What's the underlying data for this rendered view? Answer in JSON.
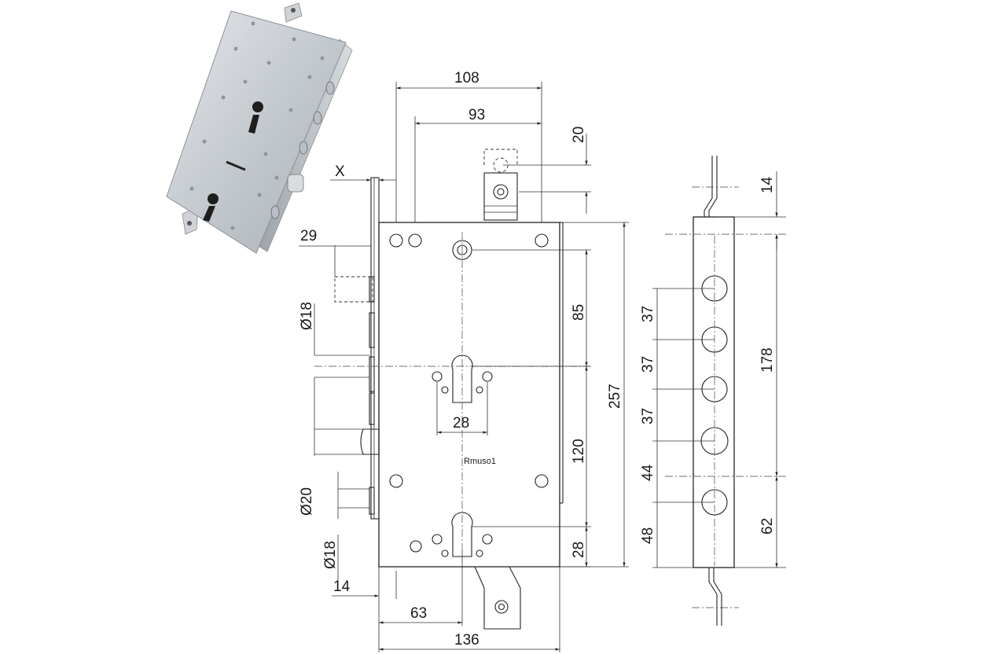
{
  "dimensions": {
    "w108": "108",
    "w93": "93",
    "h20": "20",
    "x": "X",
    "w29": "29",
    "d18a": "Ø18",
    "h85": "85",
    "w28": "28",
    "h257": "257",
    "h120": "120",
    "d20": "Ø20",
    "d18b": "Ø18",
    "h28": "28",
    "w14": "14",
    "w63": "63",
    "w136": "136",
    "s14": "14",
    "s37a": "37",
    "s37b": "37",
    "s37c": "37",
    "s44": "44",
    "s48": "48",
    "s178": "178",
    "s62": "62"
  },
  "body_stamp": "Rmuso1"
}
